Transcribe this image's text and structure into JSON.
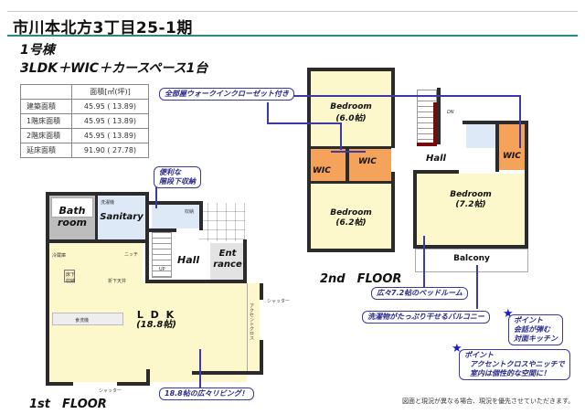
{
  "header": {
    "title": "市川本北方3丁目25-1期",
    "building": "1号棟",
    "plan": "3LDK＋WIC＋カースペース1台"
  },
  "area_table": {
    "column_header": "面積[㎡(坪)]",
    "rows": [
      {
        "label": "建築面積",
        "value": "45.95 ( 13.89)"
      },
      {
        "label": "1階床面積",
        "value": "45.95 ( 13.89)"
      },
      {
        "label": "2階床面積",
        "value": "45.95 ( 13.89)"
      },
      {
        "label": "延床面積",
        "value": "91.90 ( 27.78)"
      }
    ]
  },
  "first_floor": {
    "label": "1st　FLOOR",
    "rooms": {
      "bath": "Bath room",
      "sanitary": "Sanitary",
      "sanitary_note": "洗濯機",
      "storage_wc": "収納",
      "hall": "Hall",
      "entrance_1": "Ent",
      "entrance_2": "rance",
      "ldk": "L D K",
      "ldk_size": "(18.8帖)",
      "fridge": "冷蔵庫",
      "underfloor": "床下収納",
      "niche": "ニッチ",
      "ceiling": "折下天井",
      "dishwasher": "食洗機",
      "accent_cloth": "アクセントクロス",
      "shutter_right": "シャッター",
      "shutter_bottom": "シャッター",
      "up": "UP"
    }
  },
  "second_floor": {
    "label": "2nd　FLOOR",
    "rooms": {
      "bedroom1": "Bedroom",
      "bedroom1_size": "(6.0帖)",
      "bedroom2": "Bedroom",
      "bedroom2_size": "(6.2帖)",
      "bedroom3": "Bedroom",
      "bedroom3_size": "(7.2帖)",
      "wic": "WIC",
      "hall": "Hall",
      "balcony": "Balcony",
      "dn": "DN"
    }
  },
  "callouts": {
    "wic_all": "全部屋ウォークインクローゼット付き",
    "stair_storage_1": "便利な",
    "stair_storage_2": "階段下収納",
    "living": "18.8帖の広々リビング！",
    "bedroom": "広々7.2帖のベッドルーム",
    "balcony": "洗濯物がたっぷり干せるバルコニー",
    "point1_title": "ポイント",
    "point1_l1": "会話が弾む",
    "point1_l2": "対面キッチン",
    "point2_title": "ポイント",
    "point2_l1": "アクセントクロスやニッチで",
    "point2_l2": "室内は個性的な空間に！"
  },
  "footnote": "図面と現況が異なる場合、現況を優先させていただきます。",
  "colors": {
    "accent_rule": "#2a8a80",
    "room_cream": "#fdf8cc",
    "wet_blue": "#dde9f7",
    "wic_orange": "#f5a35a",
    "callout_blue": "#3a3a9c"
  }
}
